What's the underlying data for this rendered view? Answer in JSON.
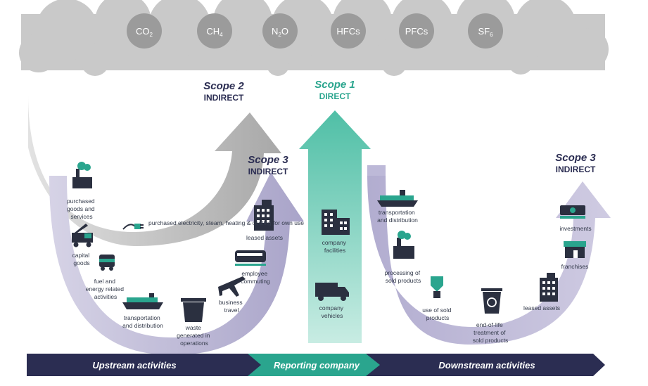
{
  "gases": [
    {
      "base": "CO",
      "sub": "2"
    },
    {
      "base": "CH",
      "sub": "4"
    },
    {
      "base": "N",
      "sub": "2",
      "tail": "O"
    },
    {
      "base": "HFCs"
    },
    {
      "base": "PFCs"
    },
    {
      "base": "SF",
      "sub": "6"
    }
  ],
  "scope2": {
    "title": "Scope 2",
    "subtitle": "INDIRECT"
  },
  "scope1": {
    "title": "Scope 1",
    "subtitle": "DIRECT"
  },
  "scope3_left": {
    "title": "Scope 3",
    "subtitle": "INDIRECT"
  },
  "scope3_right": {
    "title": "Scope 3",
    "subtitle": "INDIRECT"
  },
  "scope2_item": "purchased electricity, steam, heating & cooling for own use",
  "upstream": {
    "purchased_goods": [
      "purchased",
      "goods and",
      "services"
    ],
    "capital_goods": [
      "capital",
      "goods"
    ],
    "fuel_energy": [
      "fuel and",
      "energy related",
      "activities"
    ],
    "transport": [
      "transportation",
      "and distribution"
    ],
    "waste": [
      "waste",
      "generated in",
      "operations"
    ],
    "business_travel": [
      "business",
      "travel"
    ],
    "employee_commuting": [
      "employee",
      "commuting"
    ],
    "leased_assets": [
      "leased assets"
    ]
  },
  "company": {
    "facilities": [
      "company",
      "facilities"
    ],
    "vehicles": [
      "company",
      "vehicles"
    ]
  },
  "downstream": {
    "transport": [
      "transportation",
      "and distribution"
    ],
    "processing": [
      "processing of",
      "sold products"
    ],
    "use": [
      "use of sold",
      "products"
    ],
    "end_of_life": [
      "end-of-life",
      "treatment of",
      "sold products"
    ],
    "leased_assets": [
      "leased assets"
    ],
    "franchises": [
      "franchises"
    ],
    "investments": [
      "investments"
    ]
  },
  "bottom_band": {
    "upstream": "Upstream activities",
    "reporting": "Reporting company",
    "downstream": "Downstream activities"
  },
  "colors": {
    "cloud": "#c9c9c9",
    "gas_circle": "#9b9b9b",
    "navy": "#2b2d52",
    "teal": "#2aa58e",
    "scope1_arrow": "#5dc5ad",
    "scope3_arrow": "#b7b3d2",
    "scope2_arrow": "#b9b9b9",
    "icon": "#2b3040"
  }
}
